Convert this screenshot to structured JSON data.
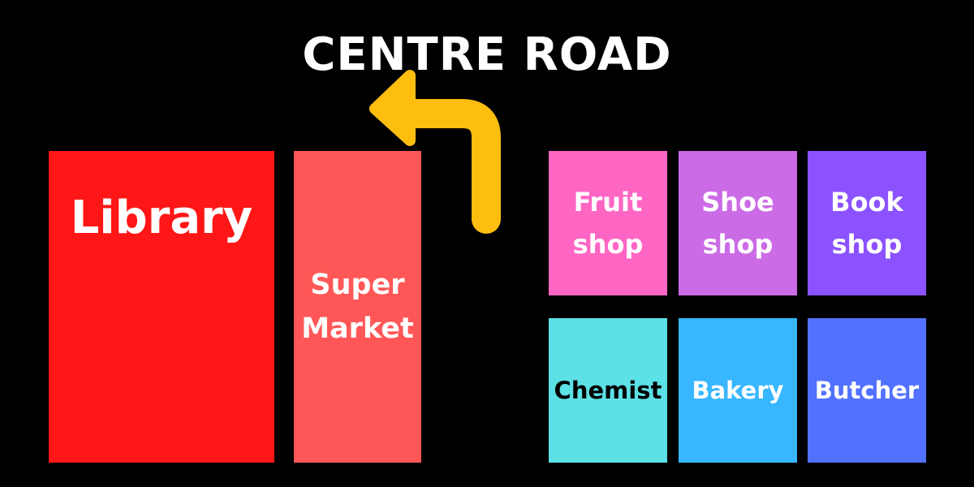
{
  "map": {
    "title": "CENTRE ROAD",
    "arrow_color": "#FDBE0F",
    "buildings": [
      {
        "key": "library",
        "label": "Library",
        "color": "#FF1616",
        "text_color": "#FFFFFF"
      },
      {
        "key": "supermarket",
        "label": "Super\nMarket",
        "color": "#FF5757",
        "text_color": "#FFFFFF"
      },
      {
        "key": "fruit_shop",
        "label": "Fruit\nshop",
        "color": "#FF66C4",
        "text_color": "#FFFFFF"
      },
      {
        "key": "shoe_shop",
        "label": "Shoe\nshop",
        "color": "#CB6CE6",
        "text_color": "#FFFFFF"
      },
      {
        "key": "book_shop",
        "label": "Book\nshop",
        "color": "#8C52FF",
        "text_color": "#FFFFFF"
      },
      {
        "key": "chemist",
        "label": "Chemist",
        "color": "#5CE1E6",
        "text_color": "#000000"
      },
      {
        "key": "bakery",
        "label": "Bakery",
        "color": "#38B6FF",
        "text_color": "#FFFFFF"
      },
      {
        "key": "butcher",
        "label": "Butcher",
        "color": "#5271FF",
        "text_color": "#FFFFFF"
      }
    ]
  }
}
